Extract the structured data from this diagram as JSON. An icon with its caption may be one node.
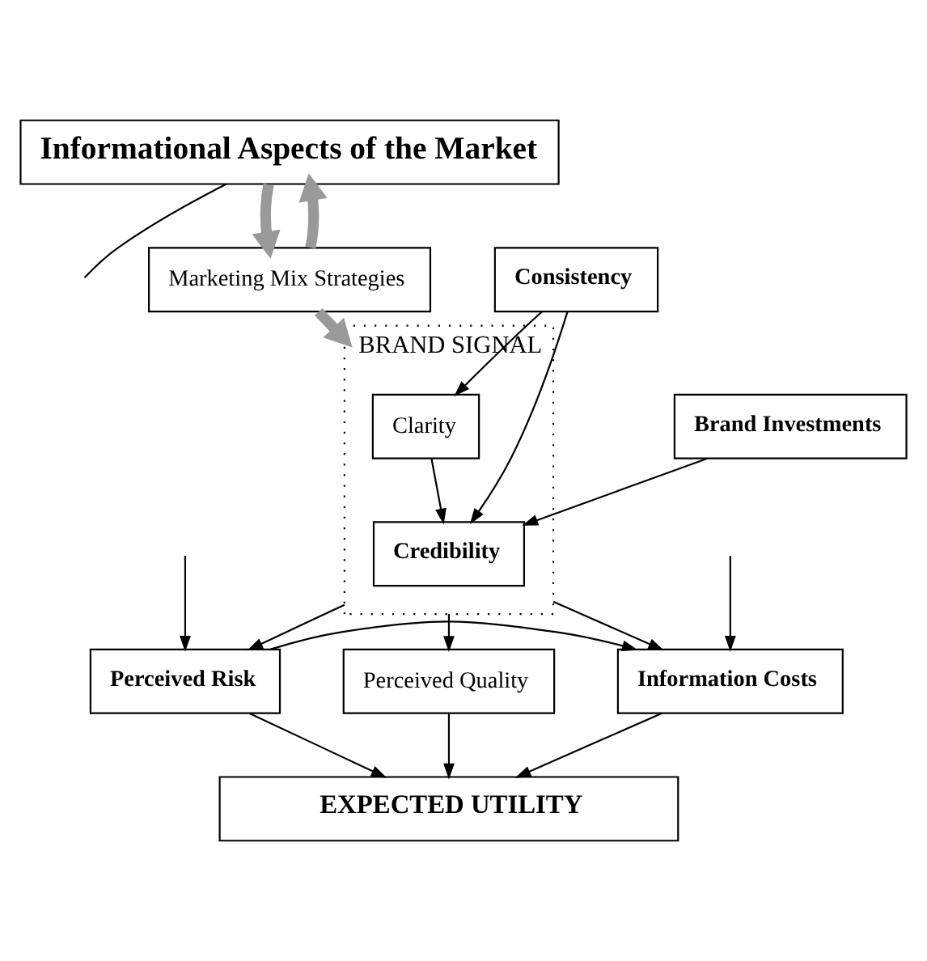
{
  "diagram": {
    "nodes": [
      {
        "text": [
          "Informational Aspects of the Market"
        ]
      },
      {
        "text": [
          "Marketing Mix Strategies"
        ]
      },
      {
        "text": [
          "BRAND SIGNAL"
        ]
      },
      {
        "text": [
          "Consistency"
        ]
      },
      {
        "text": [
          "Clarity"
        ],
        "in": 2
      },
      {
        "text": [
          "Credibility"
        ],
        "in": 2
      },
      {
        "text": [
          "Brand Investments"
        ]
      },
      {
        "text": [
          "Perceived Quality"
        ]
      },
      {
        "text": [
          "Perceived Risk"
        ]
      },
      {
        "text": [
          "Information Costs"
        ]
      },
      {
        "text": [
          "EXPECTED UTILITY"
        ]
      }
    ],
    "edges": [
      {
        "from": 0,
        "to": null,
        "arrow": "none"
      },
      {
        "from": 0,
        "to": 1,
        "arrow": "to",
        "style": "thick",
        "color": "#999999"
      },
      {
        "from": 1,
        "to": 0,
        "arrow": "to",
        "style": "thick",
        "color": "#999999"
      },
      {
        "from": 1,
        "to": 2,
        "arrow": "to",
        "style": "thick",
        "color": "#999999"
      },
      {
        "from": 3,
        "to": 4,
        "arrow": "to"
      },
      {
        "from": 3,
        "to": 5,
        "arrow": "to"
      },
      {
        "from": 4,
        "to": 5,
        "arrow": "to"
      },
      {
        "from": 6,
        "to": 5,
        "arrow": "to"
      },
      {
        "from": 2,
        "to": 7,
        "arrow": "to"
      },
      {
        "from": 2,
        "to": 8,
        "arrow": "to"
      },
      {
        "from": 2,
        "to": 9,
        "arrow": "to"
      },
      {
        "from": null,
        "to": 8,
        "arrow": "to"
      },
      {
        "from": null,
        "to": 9,
        "arrow": "to"
      },
      {
        "from": 8,
        "to": 9,
        "arrow": "to"
      },
      {
        "from": 7,
        "to": 10,
        "arrow": "to"
      },
      {
        "from": 8,
        "to": 10,
        "arrow": "to"
      },
      {
        "from": 9,
        "to": 10,
        "arrow": "to"
      }
    ]
  }
}
